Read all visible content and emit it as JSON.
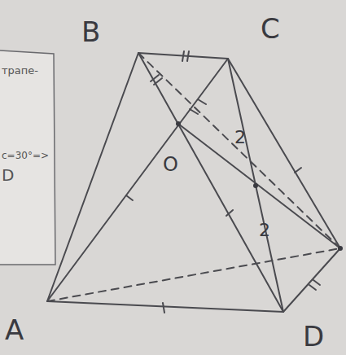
{
  "diagram": {
    "labels": [
      "трапе-",
      "с=30°=>",
      "D",
      "B",
      "C",
      "O",
      "2",
      "2",
      "A",
      "D"
    ]
  }
}
